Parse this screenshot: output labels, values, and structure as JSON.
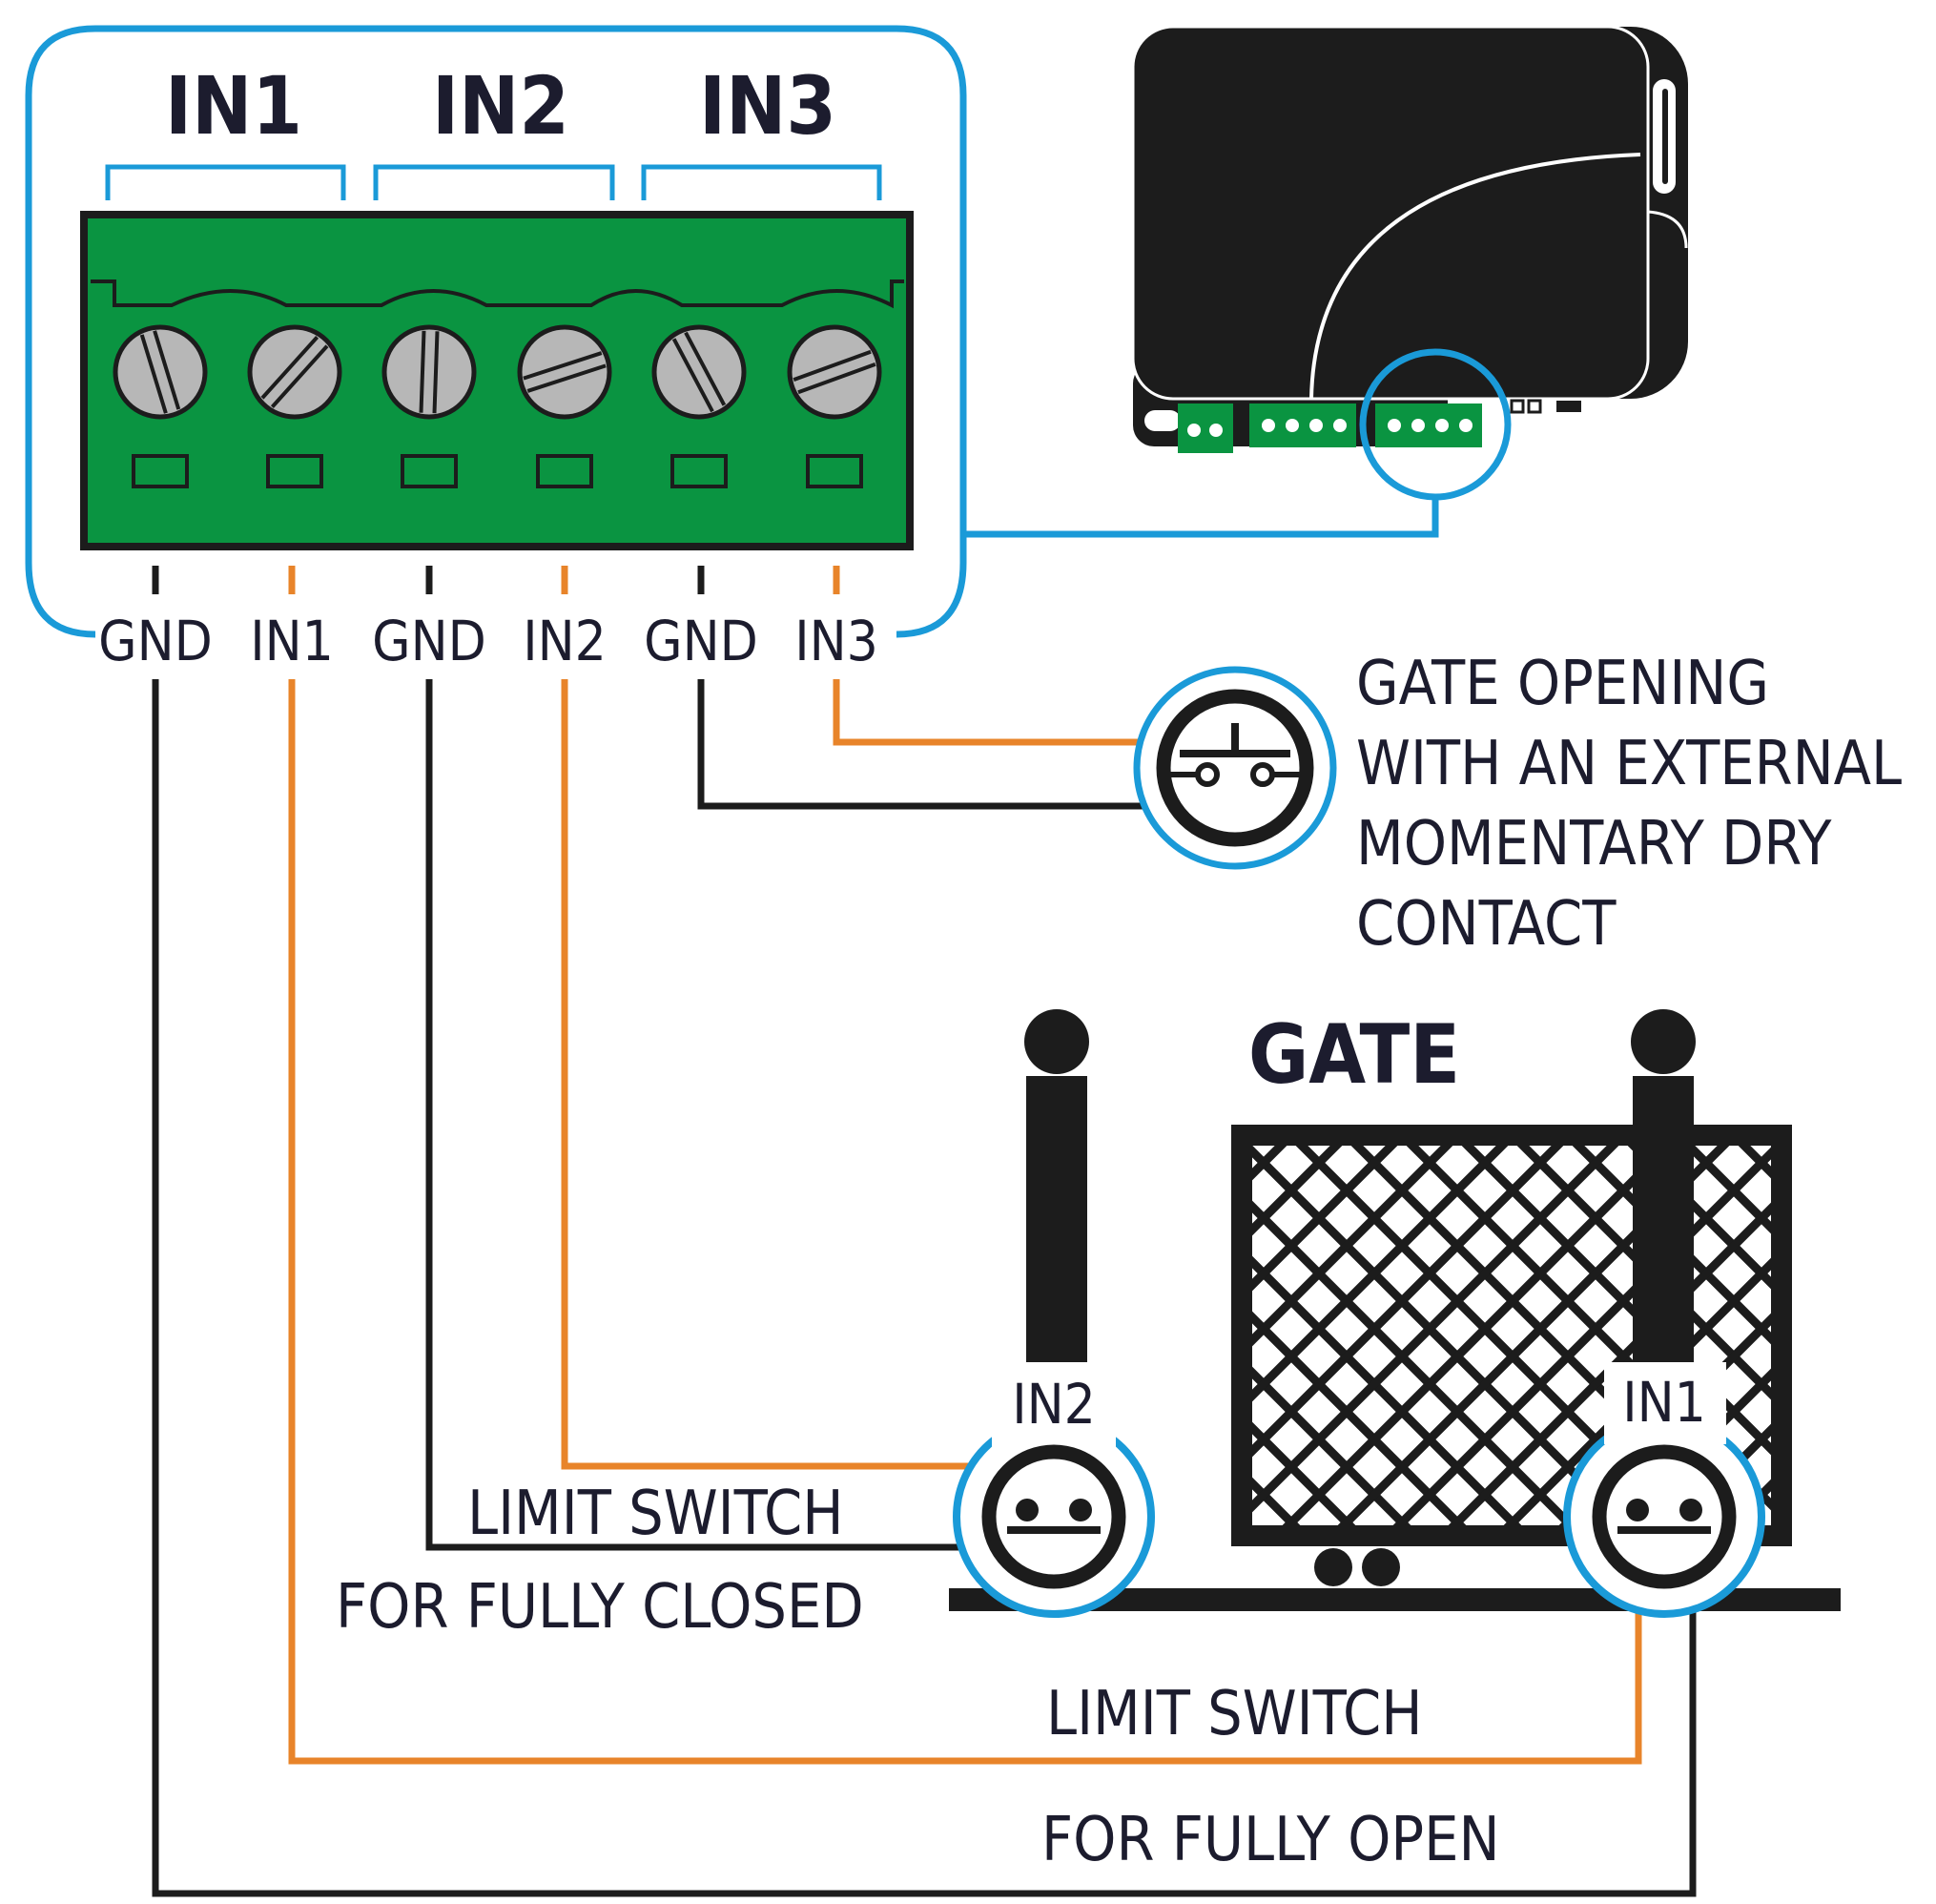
{
  "connector": {
    "groups": [
      "IN1",
      "IN2",
      "IN3"
    ],
    "pins": [
      "GND",
      "IN1",
      "GND",
      "IN2",
      "GND",
      "IN3"
    ]
  },
  "external_contact": {
    "lines": [
      "GATE OPENING",
      "WITH AN EXTERNAL",
      "MOMENTARY DRY",
      "CONTACT"
    ]
  },
  "gate": {
    "label": "GATE",
    "switch_closed_tag": "IN2",
    "switch_open_tag": "IN1"
  },
  "limit_closed": {
    "line1": "LIMIT SWITCH",
    "line2": "FOR FULLY CLOSED"
  },
  "limit_open": {
    "line1": "LIMIT SWITCH",
    "line2": "FOR FULLY OPEN"
  },
  "colors": {
    "blue": "#1a9ad8",
    "orange": "#e8842a",
    "black": "#1c1c1c",
    "green": "#0a9441",
    "screw": "#b7b7b7",
    "text": "#1c1c2e"
  },
  "icons": [
    "push-button-icon",
    "limit-switch-icon",
    "screw-icon"
  ]
}
